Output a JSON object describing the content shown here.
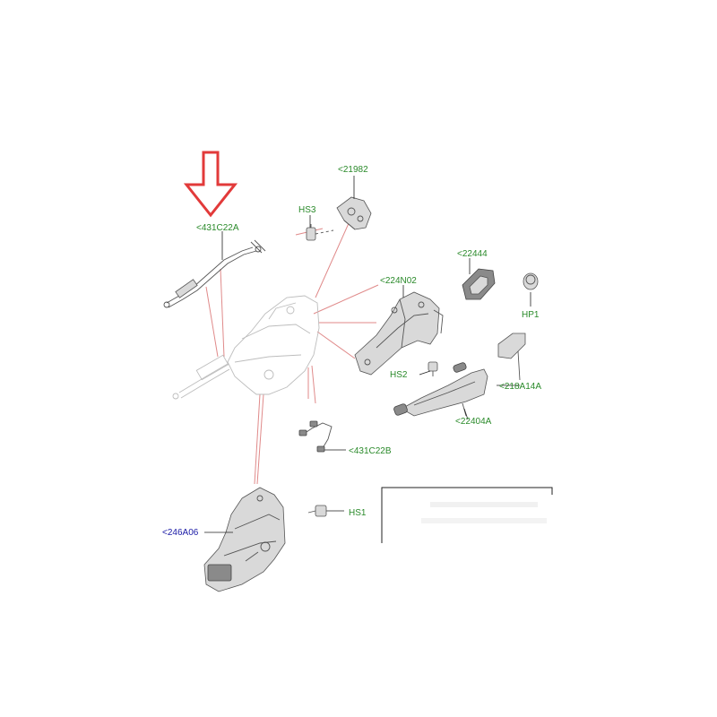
{
  "colors": {
    "callout_text": "#2a8a2a",
    "callout_text_alt": "#1a1aa6",
    "highlight_arrow": "#e23a3a",
    "leader_lines": "#e08a8a"
  },
  "callouts": {
    "c431C22A": "<431C22A",
    "c21982": "<21982",
    "cHS3": "HS3",
    "c22444": "<22444",
    "c224N02": "<224N02",
    "cHP1": "HP1",
    "cHS2": "HS2",
    "c218A14A": "<218A14A",
    "c22404A": "<22404A",
    "c431C22B": "<431C22B",
    "cHS1": "HS1",
    "c246A06": "<246A06"
  },
  "icons": {
    "highlight": "down-arrow-icon"
  }
}
